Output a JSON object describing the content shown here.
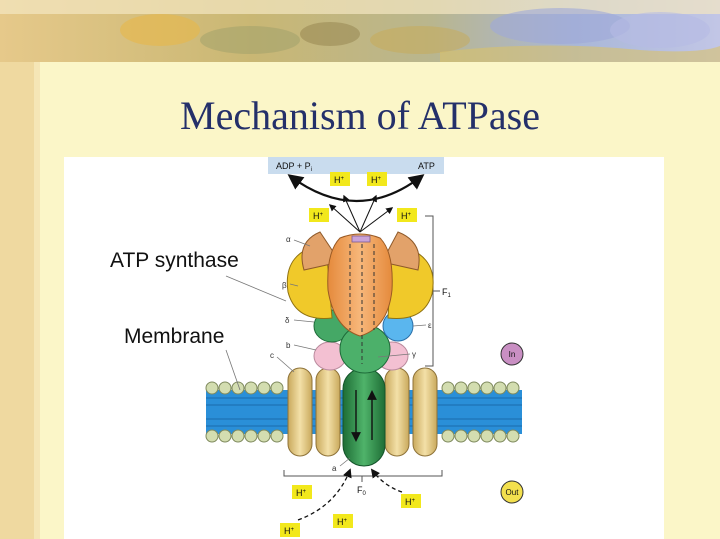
{
  "slide": {
    "title": "Mechanism of ATPase"
  },
  "diagram": {
    "callouts": {
      "atp_synthase": "ATP synthase",
      "membrane": "Membrane"
    },
    "top_bar": {
      "left": "ADP + P",
      "left_sub": "i",
      "right": "ATP"
    },
    "proton_label": "H",
    "proton_charge": "+",
    "subunits": {
      "alpha": "α",
      "beta": "β",
      "delta": "δ",
      "b": "b",
      "c": "c",
      "epsilon": "ε",
      "gamma": "γ",
      "a": "a"
    },
    "domains": {
      "f1": "F",
      "f1_sub": "1",
      "f0": "F",
      "f0_sub": "0"
    },
    "sides": {
      "in": "In",
      "out": "Out"
    },
    "colors": {
      "title": "#24306a",
      "proton_box": "#f2e81c",
      "membrane_blue": "#2a8fd8",
      "lipid_head": "#d3ddb0",
      "c_ring": "#e3cc88",
      "stalk_green": "#2f8f47",
      "alpha_orange": "#e89a52",
      "beta_yellow": "#f0c92a",
      "in_circle": "#c98fc3",
      "out_circle": "#f3e04e"
    }
  }
}
